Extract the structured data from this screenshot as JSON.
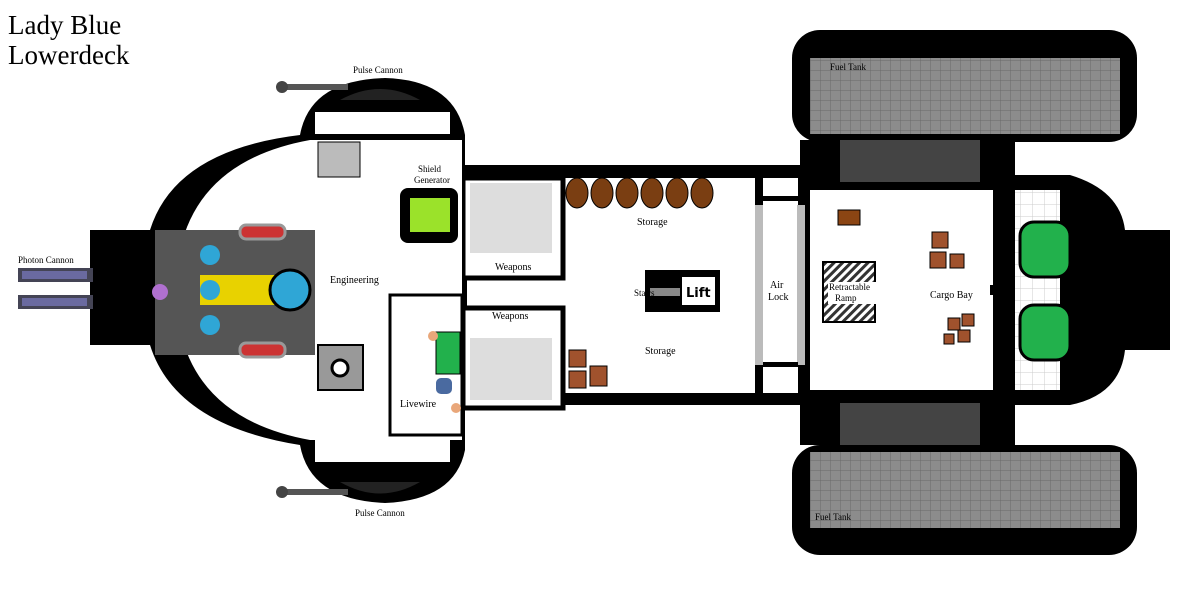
{
  "title": {
    "line1": "Lady Blue",
    "line2": "Lowerdeck"
  },
  "labels": {
    "pulse_cannon_top": "Pulse Cannon",
    "pulse_cannon_bottom": "Pulse Cannon",
    "photon_cannon": "Photon Cannon",
    "shield_generator_1": "Shield",
    "shield_generator_2": "Generator",
    "engineering": "Engineering",
    "weapons_top": "Weapons",
    "weapons_bottom": "Weapons",
    "storage_top": "Storage",
    "storage_bottom": "Storage",
    "stairs": "Stairs",
    "lift": "Lift",
    "air_lock_1": "Air",
    "air_lock_2": "Lock",
    "ramp_1": "Retractable",
    "ramp_2": "Ramp",
    "cargo_bay": "Cargo Bay",
    "fuel_tank_top": "Fuel Tank",
    "fuel_tank_bottom": "Fuel Tank",
    "livewire": "Livewire"
  },
  "colors": {
    "hull": "#000000",
    "floor": "#ffffff",
    "tank": "#8a8a8a",
    "crate": "#a0522d",
    "barrel": "#7a3e12",
    "engine": "#22b14c",
    "shield": "#9be22a"
  }
}
